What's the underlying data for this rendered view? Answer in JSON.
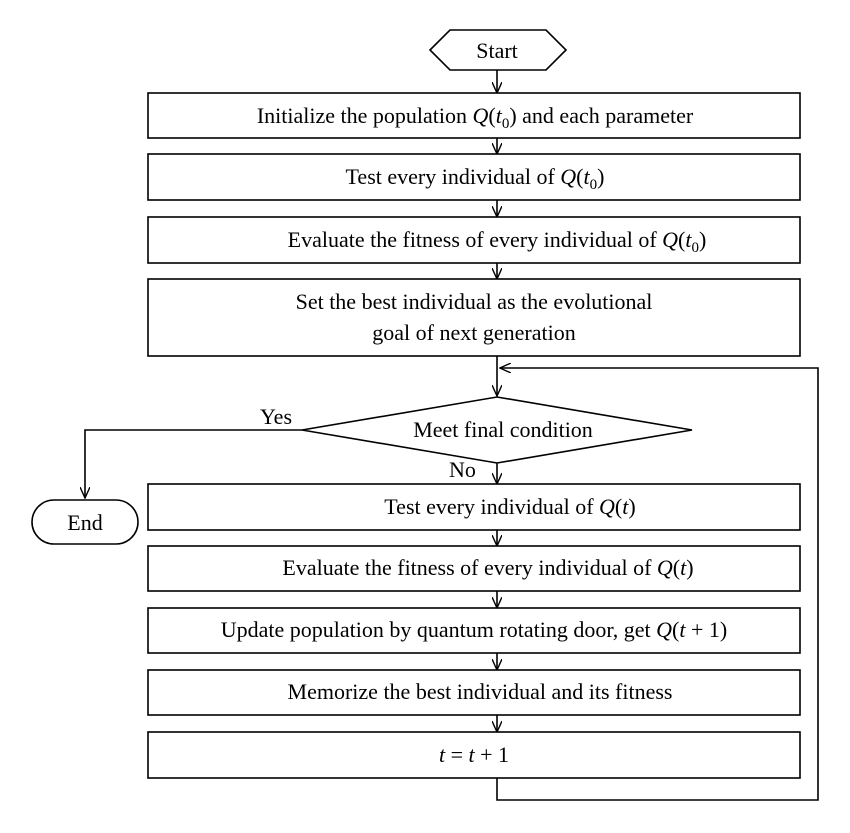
{
  "start": "Start",
  "end": "End",
  "steps": {
    "init": {
      "a": "Initialize the population ",
      "q": "Q",
      "p1": "(",
      "t": "t",
      "sub": "0",
      "p2": ")",
      "b": " and each parameter"
    },
    "test0": {
      "a": "Test every individual of ",
      "q": "Q",
      "p1": "(",
      "t": "t",
      "sub": "0",
      "p2": ")"
    },
    "eval0": {
      "a": "Evaluate the fitness of every individual of ",
      "q": "Q",
      "p1": "(",
      "t": "t",
      "sub": "0",
      "p2": ")"
    },
    "setbest": {
      "line1": "Set the best individual as the evolutional",
      "line2": "goal of next generation"
    },
    "test": {
      "a": "Test every individual of ",
      "q": "Q",
      "p1": "(",
      "t": "t",
      "p2": ")"
    },
    "eval": {
      "a": "Evaluate the fitness of every individual of ",
      "q": "Q",
      "p1": "(",
      "t": "t",
      "p2": ")"
    },
    "update": {
      "a": "Update population by quantum rotating door, get ",
      "q": "Q",
      "p1": "(",
      "t": "t",
      "rest": " + 1)"
    },
    "memorize": "Memorize the best individual and its fitness",
    "increment": {
      "t1": "t",
      "eq": " = ",
      "t2": "t",
      "rest": " + 1"
    }
  },
  "decision": {
    "label": "Meet final condition",
    "yes": "Yes",
    "no": "No"
  }
}
